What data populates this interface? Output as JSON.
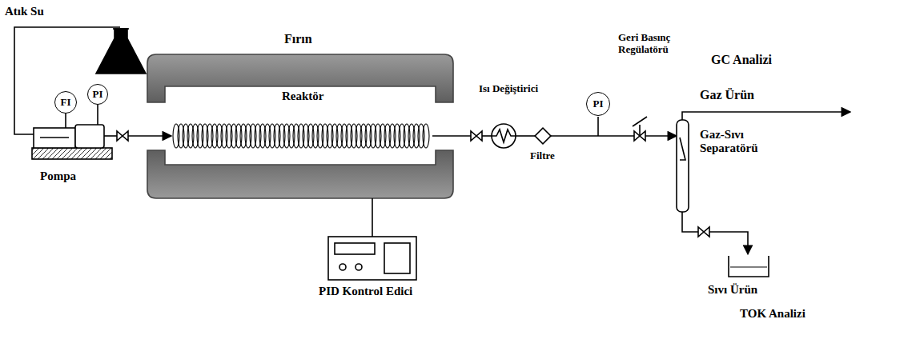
{
  "diagram": {
    "nodes": [
      {
        "text": [
          "FI"
        ]
      },
      {
        "text": [
          "PI"
        ]
      },
      {
        "text": [
          "PI"
        ]
      }
    ],
    "labels": [
      "Atık Su",
      "Pompa",
      "Fırın",
      "Reaktör",
      "PID Kontrol Edici",
      "Isı Değiştirici",
      "Filtre",
      "Geri Basınç Regülatörü",
      "GC Analizi",
      "Gaz Ürün",
      "Gaz-Sıvı Separatörü",
      "Sıvı Ürün",
      "TOK Analizi"
    ]
  }
}
